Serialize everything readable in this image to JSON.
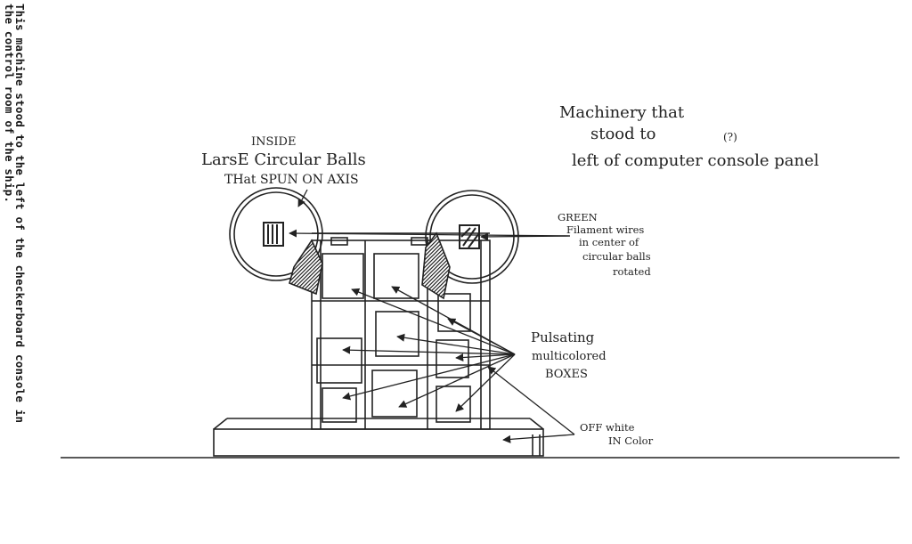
{
  "side_caption": {
    "line1": "This machine stood to the left of the checkerboard console in",
    "line2": "the control room of the ship."
  },
  "title_note": {
    "line1": "Machinery that",
    "line2": "stood to",
    "question": "(?)",
    "line3": "left of computer console panel"
  },
  "balls_note": {
    "line1": "INSIDE",
    "line2": "LarsE Circular Balls",
    "line3": "THat SPUN ON AXIS"
  },
  "filament_note": {
    "line1": "GREEN",
    "line2": "Filament wires",
    "line3": "in center of",
    "line4": "circular balls",
    "line5": "rotated"
  },
  "boxes_note": {
    "line1": "Pulsating",
    "line2": "multicolored",
    "line3": "BOXES"
  },
  "color_note": {
    "line1": "OFF white",
    "line2": "IN Color"
  },
  "colors": {
    "ink": "#222222",
    "paper": "#ffffff"
  }
}
